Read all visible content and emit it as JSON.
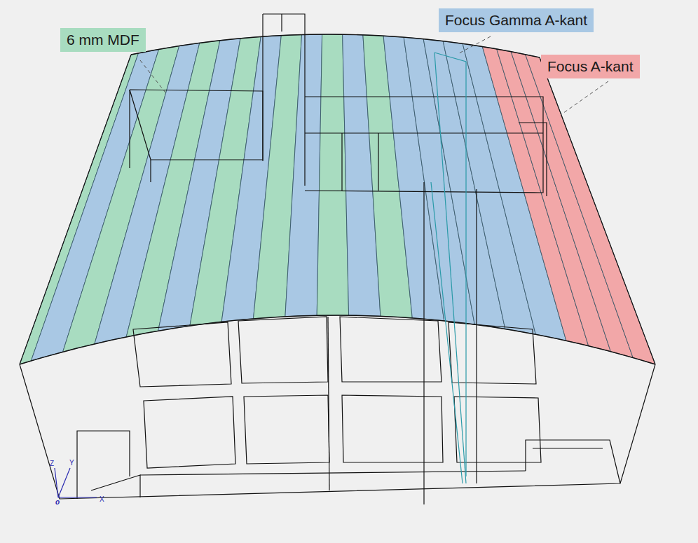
{
  "diagram": {
    "nodes": [
      {
        "text": [
          "6 mm MDF"
        ]
      },
      {
        "text": [
          "Focus Gamma A-kant"
        ]
      },
      {
        "text": [
          "Focus A-kant"
        ]
      }
    ],
    "labels": [
      "Z",
      "Y",
      "o",
      "X"
    ]
  }
}
